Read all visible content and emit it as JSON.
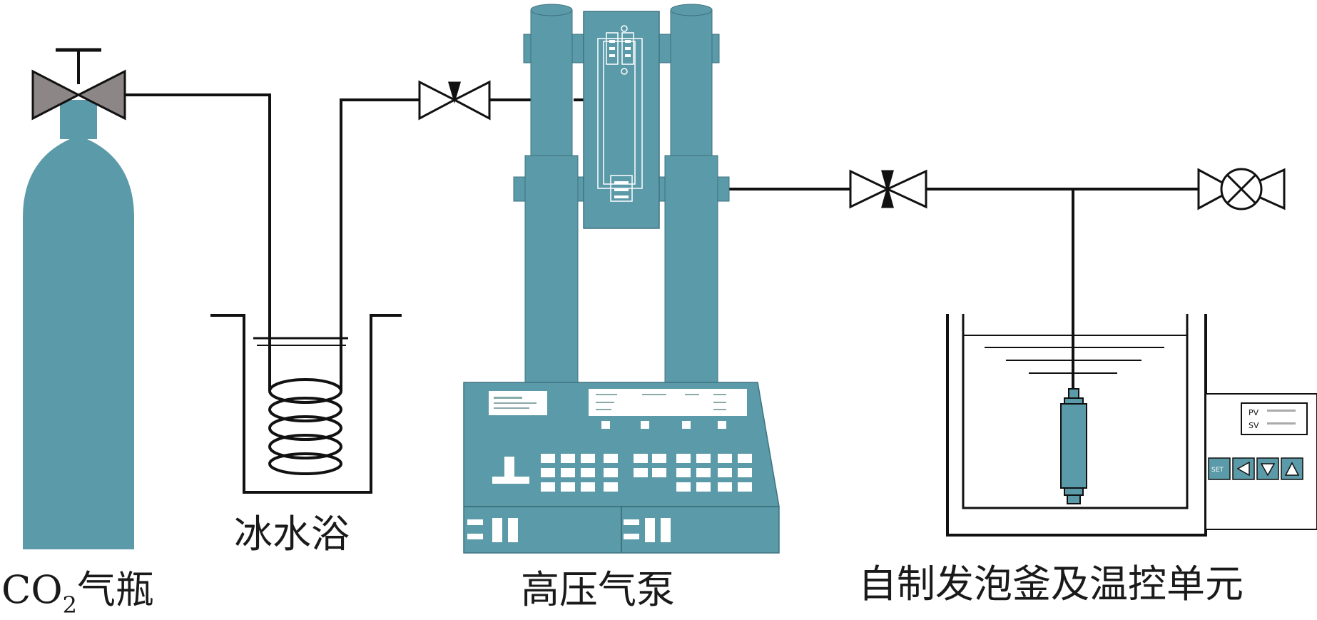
{
  "labels": {
    "cylinder_main": "CO",
    "cylinder_sub": "2",
    "cylinder_tail": "气瓶",
    "ice_bath": "冰水浴",
    "pump": "高压气泵",
    "foaming": "自制发泡釜及温控单元"
  },
  "controller": {
    "pv_label": "PV",
    "sv_label": "SV",
    "set_label": "SET"
  },
  "colors": {
    "equipment": "#5b9aa8",
    "pipe": "#111111",
    "valve_handle": "#8c8686",
    "background": "#ffffff"
  },
  "icons": {
    "cylinder_valve": "gate-valve-icon",
    "needle_valve": "needle-valve-icon",
    "vent_valve": "ball-valve-icon",
    "arrow_left": "arrow-left-icon",
    "arrow_down": "arrow-down-icon",
    "arrow_up": "arrow-up-icon"
  }
}
